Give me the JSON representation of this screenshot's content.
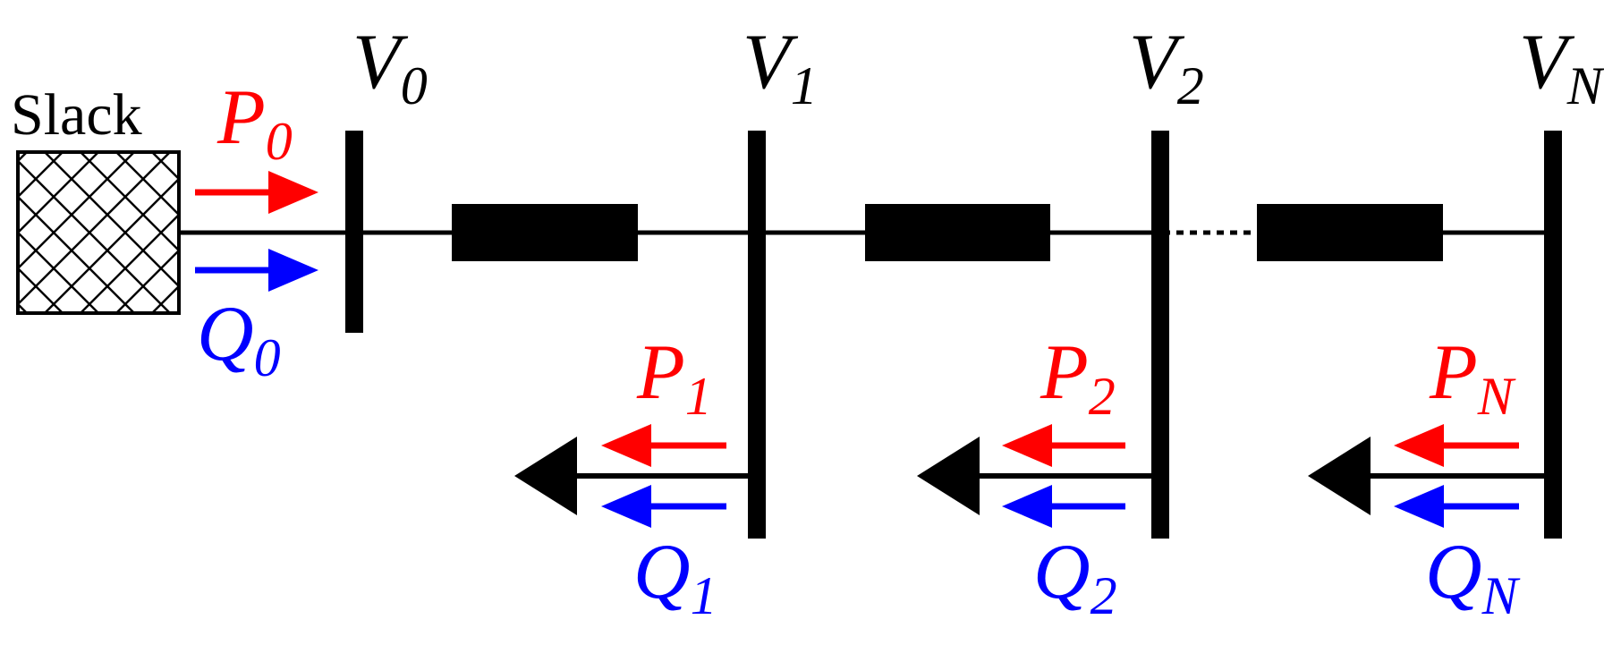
{
  "colors": {
    "line": "#000000",
    "active_power": "#ff0000",
    "reactive_power": "#0000ff"
  },
  "slack": {
    "label": "Slack"
  },
  "buses": [
    {
      "voltage": {
        "main": "V",
        "sub": "0"
      },
      "active": {
        "main": "P",
        "sub": "0"
      },
      "reactive": {
        "main": "Q",
        "sub": "0"
      }
    },
    {
      "voltage": {
        "main": "V",
        "sub": "1"
      },
      "active": {
        "main": "P",
        "sub": "1"
      },
      "reactive": {
        "main": "Q",
        "sub": "1"
      }
    },
    {
      "voltage": {
        "main": "V",
        "sub": "2"
      },
      "active": {
        "main": "P",
        "sub": "2"
      },
      "reactive": {
        "main": "Q",
        "sub": "2"
      }
    },
    {
      "voltage": {
        "main": "V",
        "sub": "N"
      },
      "active": {
        "main": "P",
        "sub": "N"
      },
      "reactive": {
        "main": "Q",
        "sub": "N"
      }
    }
  ]
}
